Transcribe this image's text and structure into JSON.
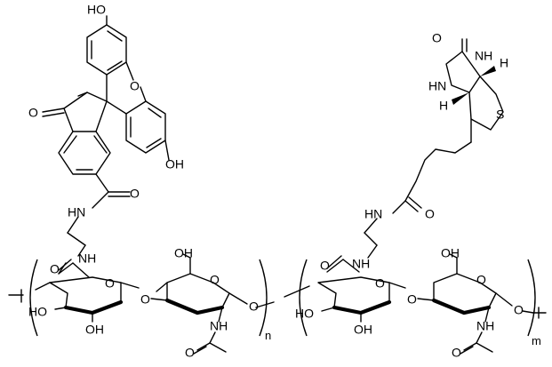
{
  "atom_labels": {
    "ho_xanthene_top": "HO",
    "o_xanthene": "O",
    "o_lactone_carbonyl": "O",
    "oh_xanthene_bottom": "OH",
    "o_amide_fluor": "O",
    "hn_fluor": "HN",
    "nh_linker_left": "NH",
    "o_glcua1_ring": "O",
    "o_glcua1_carbonyl": "O",
    "ho_glcua1": "HO",
    "oh_glcua1": "OH",
    "o_glcua1_link": "O",
    "oh_glcnac1": "OH",
    "o_glcnac1_ring": "O",
    "o_glcnac1_link": "O",
    "nh_glcnac1": "NH",
    "o_acetyl1": "O",
    "o_biotin_urea": "O",
    "nh_biotin_top": "NH",
    "hn_biotin": "HN",
    "s_biotin": "S",
    "h_biotin_top": "H",
    "h_biotin_left": "H",
    "o_amide_biotin": "O",
    "hn_biotin_linker": "HN",
    "nh_linker_right": "NH",
    "o_glcua2_carbonyl": "O",
    "o_glcua2_ring": "O",
    "ho_glcua2": "HO",
    "oh_glcua2": "OH",
    "o_glcua2_link": "O",
    "oh_glcnac2": "OH",
    "o_glcnac2_ring": "O",
    "o_glcnac2_link": "O",
    "nh_glcnac2": "NH",
    "o_acetyl2": "O"
  },
  "subscripts": {
    "repeat_left": "n",
    "repeat_right": "m"
  }
}
